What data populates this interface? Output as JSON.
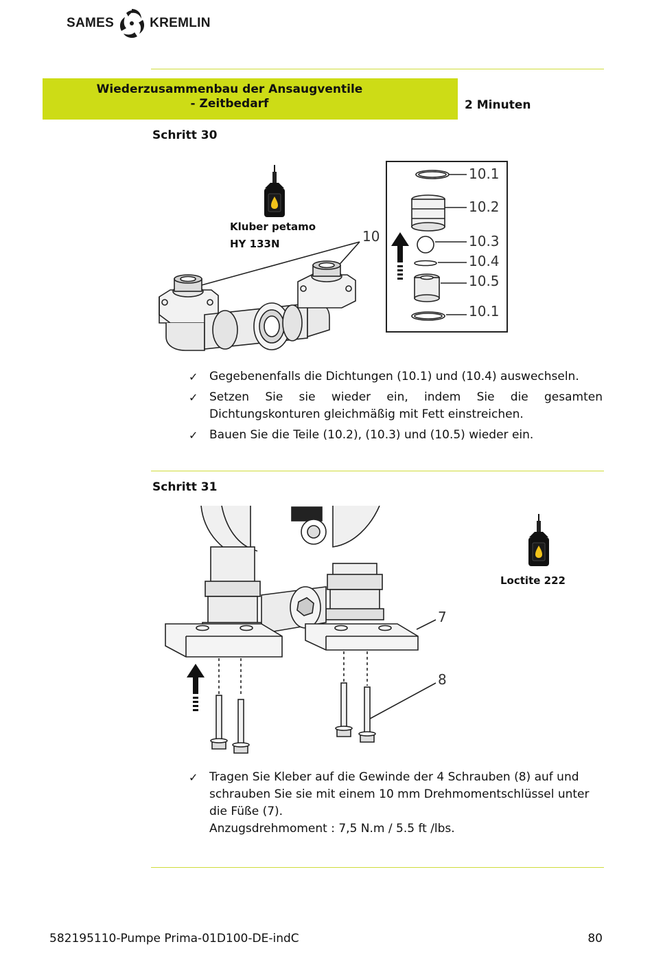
{
  "header": {
    "brand_left": "SAMES",
    "brand_right": "KREMLIN"
  },
  "section": {
    "title_line1": "Wiederzusammenbau der Ansaugventile",
    "title_line2": "- Zeitbedarf",
    "time": "2 Minuten"
  },
  "step30": {
    "label": "Schritt 30",
    "glue_line1": "Kluber petamo",
    "glue_line2": "HY 133N",
    "callouts": [
      "10",
      "10.1",
      "10.2",
      "10.3",
      "10.4",
      "10.5",
      "10.1"
    ],
    "instructions": [
      "Gegebenenfalls die Dichtungen (10.1) und (10.4) auswechseln.",
      "Setzen Sie sie wieder ein, indem Sie die gesamten Dichtungskonturen gleichmäßig mit Fett einstreichen.",
      "Bauen Sie die Teile (10.2), (10.3) und (10.5) wieder ein."
    ]
  },
  "step31": {
    "label": "Schritt 31",
    "glue": "Loctite 222",
    "callouts": [
      "7",
      "8"
    ],
    "instruction_lines": [
      "Tragen Sie Kleber auf die Gewinde der 4 Schrauben (8) auf und schrauben Sie sie mit einem 10 mm Drehmomentschlüssel unter die Füße (7).",
      "Anzugsdrehmoment : 7,5 N.m / 5.5 ft /lbs."
    ]
  },
  "footer": {
    "doc_ref": "582195110-Pumpe Prima-01D100-DE-indC",
    "page": "80"
  },
  "icons": {
    "check": "check-icon",
    "glue_bottle": "glue-bottle-icon",
    "arrow_up": "arrow-up-icon"
  },
  "colors": {
    "accent": "#cddc16",
    "rule": "#cfdc3a",
    "text": "#111111"
  }
}
